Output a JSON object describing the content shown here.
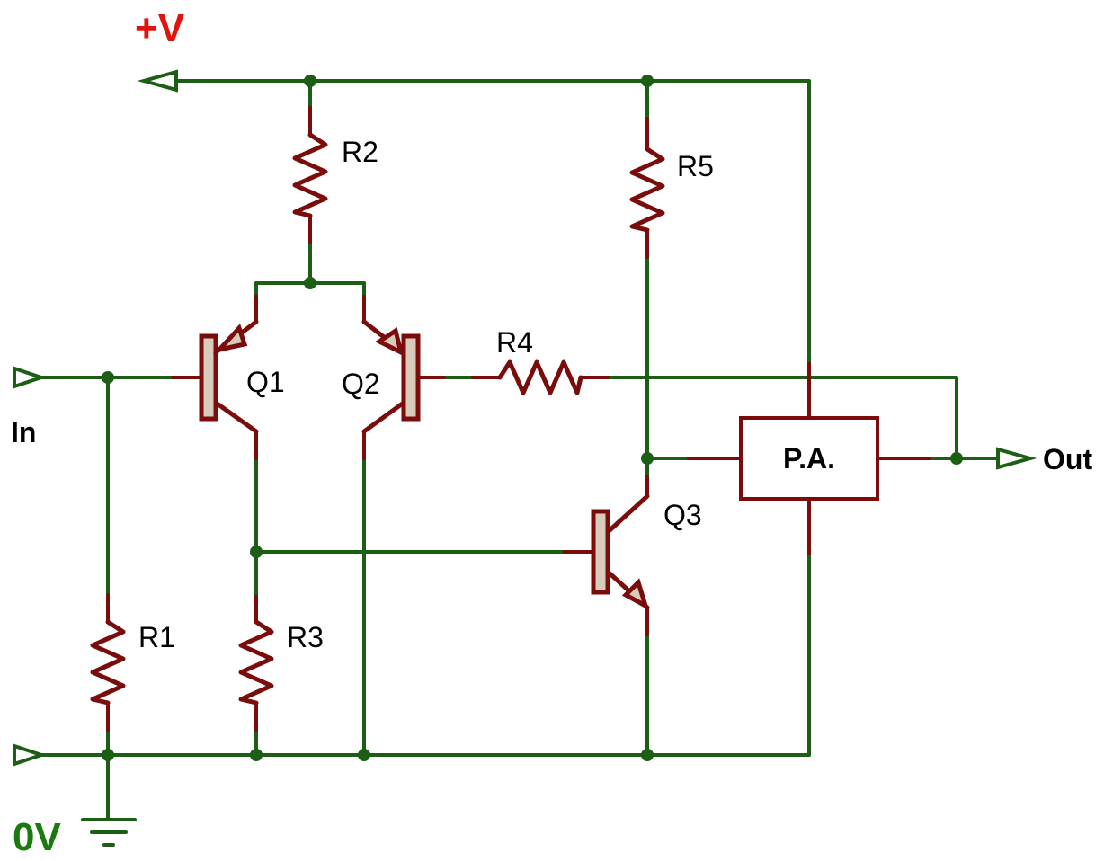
{
  "rails": {
    "positive": "+V",
    "ground": "0V"
  },
  "ports": {
    "input": "In",
    "output": "Out"
  },
  "resistors": {
    "r1": "R1",
    "r2": "R2",
    "r3": "R3",
    "r4": "R4",
    "r5": "R5"
  },
  "transistors": {
    "q1": "Q1",
    "q2": "Q2",
    "q3": "Q3"
  },
  "amplifier": {
    "label": "P.A."
  },
  "colors": {
    "wire": "#1b5e14",
    "component": "#7a0c0c",
    "positive_rail_label": "#e0140c",
    "ground_label": "#1a7a0e",
    "transistor_fill": "#d9cbbb"
  }
}
